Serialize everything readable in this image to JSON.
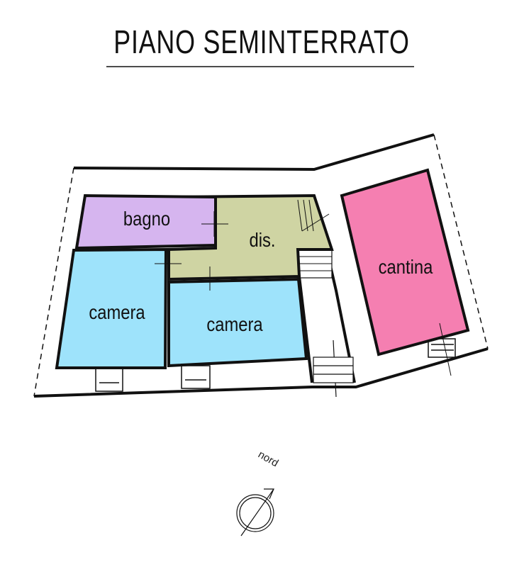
{
  "title": "PIANO SEMINTERRATO",
  "rooms": {
    "bagno": {
      "label": "bagno",
      "color": "#d6b5ef"
    },
    "dis": {
      "label": "dis.",
      "color": "#cfd4a3"
    },
    "camera_left": {
      "label": "camera",
      "color": "#9ee3fb"
    },
    "camera_center": {
      "label": "camera",
      "color": "#9ee3fb"
    },
    "cantina": {
      "label": "cantina",
      "color": "#f57fb1"
    }
  },
  "compass": {
    "label": "nord",
    "icon": "north-arrow-icon"
  }
}
